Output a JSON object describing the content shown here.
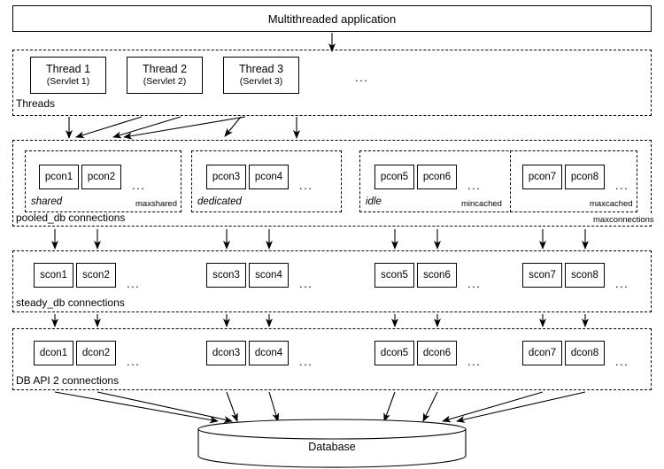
{
  "diagram": {
    "title": "Multithreaded application",
    "app_box": {
      "label": "Multithreaded application"
    },
    "threads_section": {
      "label": "Threads",
      "items": [
        {
          "name": "Thread 1",
          "sub": "(Servlet 1)"
        },
        {
          "name": "Thread 2",
          "sub": "(Servlet 2)"
        },
        {
          "name": "Thread 3",
          "sub": "(Servlet 3)"
        }
      ],
      "ellipsis": "..."
    },
    "pooled_section": {
      "label": "pooled_db connections",
      "limit_label": "maxconnections",
      "groups": [
        {
          "kind": "shared",
          "kind_label": "shared",
          "limit": "maxshared",
          "items": [
            "pcon1",
            "pcon2"
          ],
          "ellipsis": "..."
        },
        {
          "kind": "dedicated",
          "kind_label": "dedicated",
          "limit": "",
          "items": [
            "pcon3",
            "pcon4"
          ],
          "ellipsis": "..."
        },
        {
          "kind": "idle",
          "kind_label": "idle",
          "limit": "mincached",
          "items": [
            "pcon5",
            "pcon6"
          ],
          "ellipsis": "..."
        },
        {
          "kind": "idle-max",
          "kind_label": "",
          "limit": "maxcached",
          "items": [
            "pcon7",
            "pcon8"
          ],
          "ellipsis": "..."
        }
      ]
    },
    "steady_section": {
      "label": "steady_db connections",
      "groups": [
        {
          "items": [
            "scon1",
            "scon2"
          ],
          "ellipsis": "..."
        },
        {
          "items": [
            "scon3",
            "scon4"
          ],
          "ellipsis": "..."
        },
        {
          "items": [
            "scon5",
            "scon6"
          ],
          "ellipsis": "..."
        },
        {
          "items": [
            "scon7",
            "scon8"
          ],
          "ellipsis": "..."
        }
      ]
    },
    "dbapi_section": {
      "label": "DB API 2 connections",
      "groups": [
        {
          "items": [
            "dcon1",
            "dcon2"
          ],
          "ellipsis": "..."
        },
        {
          "items": [
            "dcon3",
            "dcon4"
          ],
          "ellipsis": "..."
        },
        {
          "items": [
            "dcon5",
            "dcon6"
          ],
          "ellipsis": "..."
        },
        {
          "items": [
            "dcon7",
            "dcon8"
          ],
          "ellipsis": "..."
        }
      ]
    },
    "database": {
      "label": "Database"
    },
    "colors": {
      "stroke": "#000000",
      "background": "#ffffff"
    }
  }
}
